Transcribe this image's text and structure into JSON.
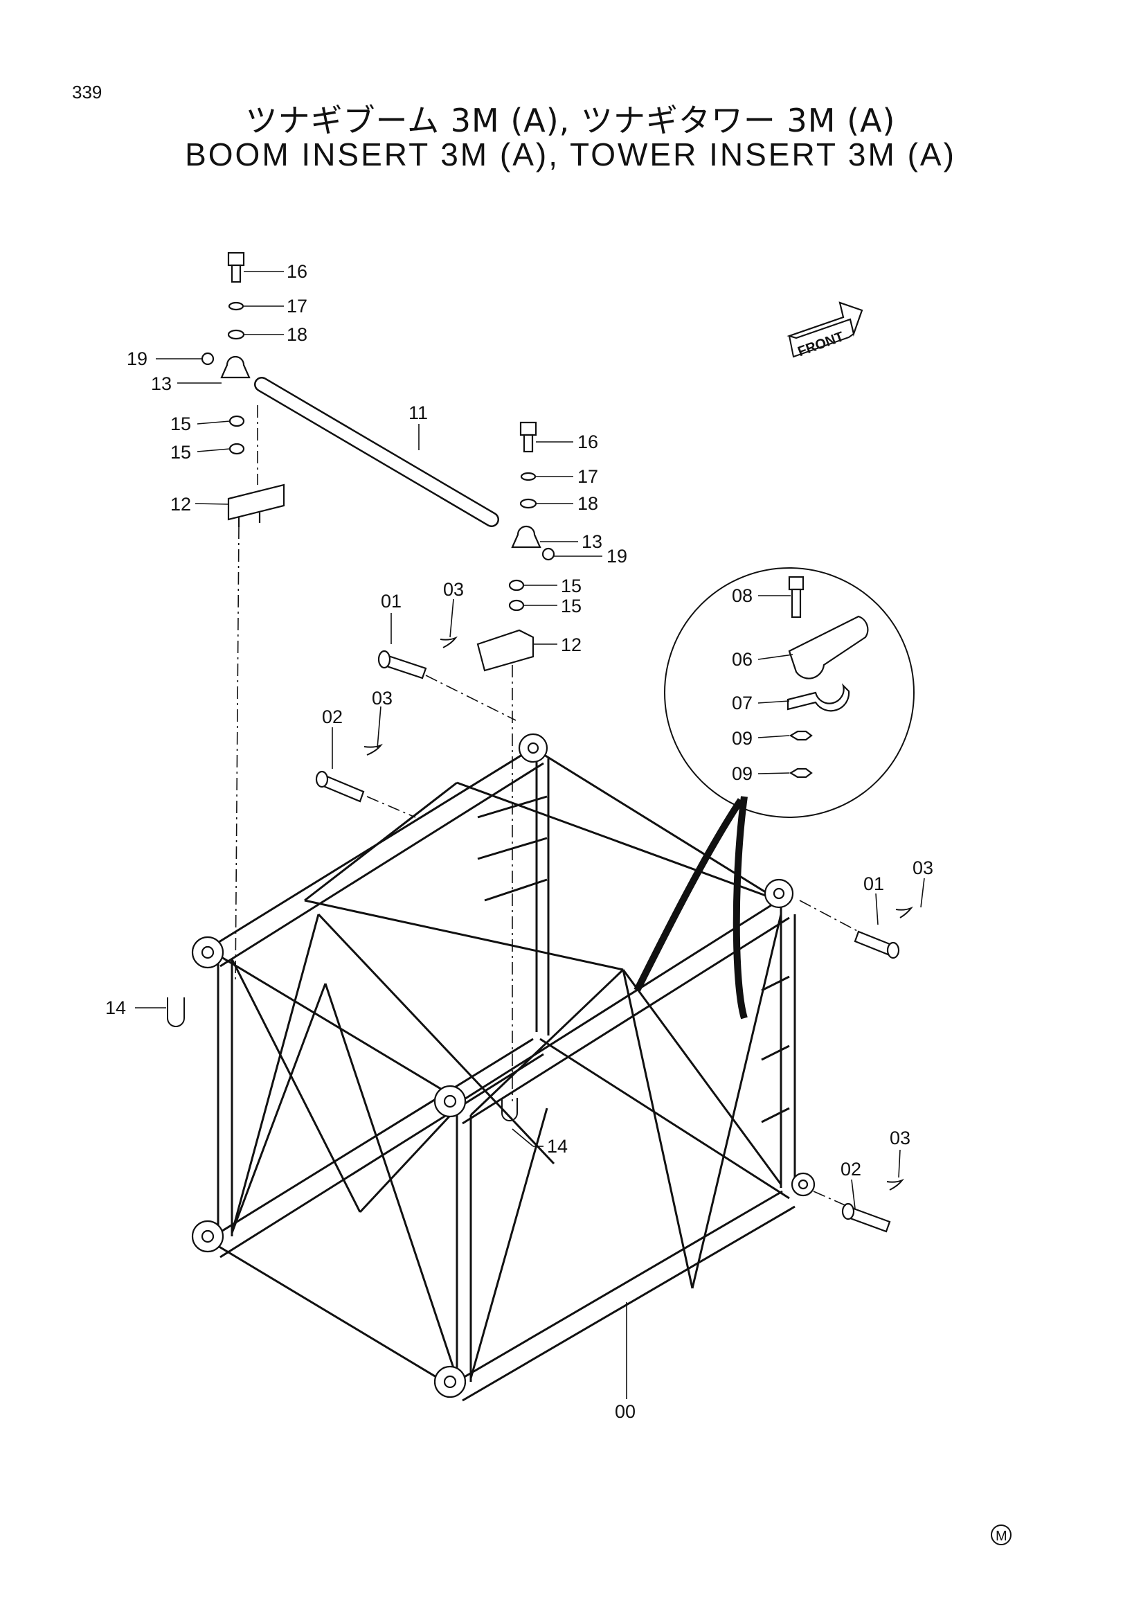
{
  "page": {
    "number": "339",
    "title_jp": "ツナギブーム 3M (A), ツナギタワー 3M (A)",
    "title_en": "BOOM INSERT 3M (A), TOWER INSERT 3M (A)",
    "front_label": "FRONT",
    "mark": "M"
  },
  "callouts": {
    "c16a": "16",
    "c17a": "17",
    "c18a": "18",
    "c19a": "19",
    "c13a": "13",
    "c15a": "15",
    "c15b": "15",
    "c12a": "12",
    "c11": "11",
    "c16b": "16",
    "c17b": "17",
    "c18b": "18",
    "c13b": "13",
    "c19b": "19",
    "c15c": "15",
    "c15d": "15",
    "c12b": "12",
    "c01a": "01",
    "c03a": "03",
    "c02a": "02",
    "c03b": "03",
    "c08": "08",
    "c06": "06",
    "c07": "07",
    "c09a": "09",
    "c09b": "09",
    "c01b": "01",
    "c03c": "03",
    "c14a": "14",
    "c14b": "14",
    "c02b": "02",
    "c03d": "03",
    "c00": "00"
  }
}
